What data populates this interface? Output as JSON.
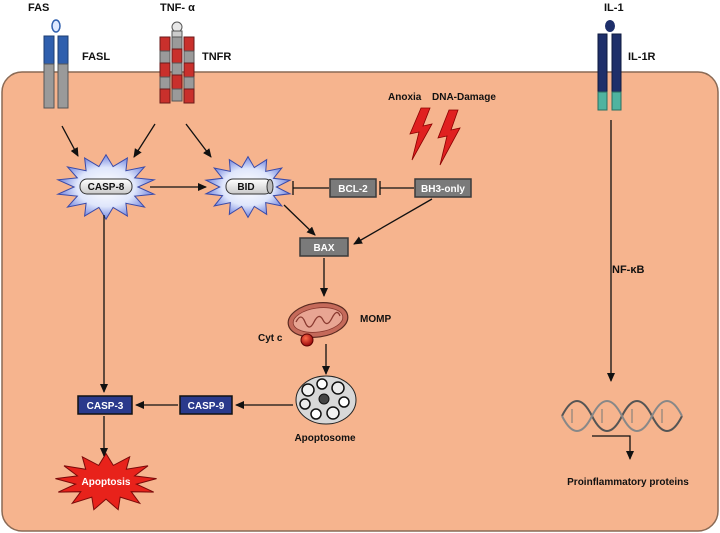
{
  "receptors": {
    "fas": {
      "ligand": "FAS",
      "receptor": "FASL"
    },
    "tnf": {
      "ligand": "TNF- α",
      "receptor": "TNFR"
    },
    "il1": {
      "ligand": "IL-1",
      "receptor": "IL-1R"
    }
  },
  "stimuli": {
    "anoxia": "Anoxia",
    "dna_damage": "DNA-Damage"
  },
  "nodes": {
    "casp8": "CASP-8",
    "bid": "BID",
    "bcl2": "BCL-2",
    "bh3": "BH3-only",
    "bax": "BAX",
    "momp": "MOMP",
    "cytc": "Cyt c",
    "apoptosome": "Apoptosome",
    "casp9": "CASP-9",
    "casp3": "CASP-3",
    "apoptosis": "Apoptosis",
    "nfkb": "NF-κB",
    "proinflammatory": "Proinflammatory proteins"
  },
  "colors": {
    "cell": "#f6b48e",
    "cell_border": "#8a6a55",
    "gray_box": "#7a7a7a",
    "blue_box": "#2a3a8c",
    "receptor_blue": "#2f5fae",
    "receptor_red": "#c9302c",
    "receptor_gray": "#9a9a9a",
    "il1_blue": "#1e2f6a",
    "il1_teal": "#4fb3a0",
    "lightning": "#e02020",
    "mito": "#c56a5a",
    "apoptosis_burst": "#e8221b"
  }
}
